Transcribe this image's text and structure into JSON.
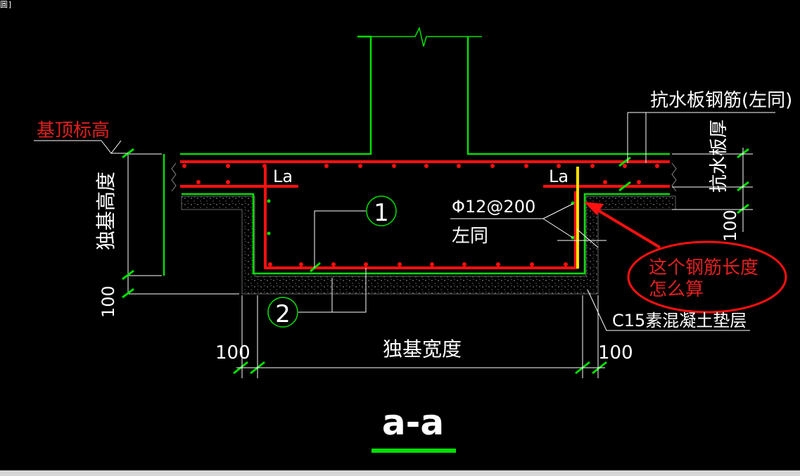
{
  "corner_text": "圓]",
  "labels": {
    "top_elevation": "基顶标高",
    "waterproof_rebar": "抗水板钢筋(左同)",
    "waterproof_thickness": "抗水板厚",
    "footing_height": "独基高度",
    "la_left": "La",
    "la_right": "La",
    "rebar_spec": "Φ12@200",
    "same_left": "左同",
    "marker_1": "1",
    "marker_2": "2",
    "dim_100_left": "100",
    "dim_100_right": "100",
    "dim_100_vert_left": "100",
    "dim_100_vert_right": "100",
    "footing_width": "独基宽度",
    "c15_layer": "C15素混凝土垫层",
    "section_title": "a-a",
    "question": "这个钢筋长度怎么算",
    "question_line1": "这个钢筋长度",
    "question_line2": "怎么算"
  },
  "colors": {
    "background": "#000000",
    "green": "#00e000",
    "red": "#ff1010",
    "yellow": "#ffe000",
    "white": "#ffffff",
    "annotation_red": "#e02020"
  }
}
